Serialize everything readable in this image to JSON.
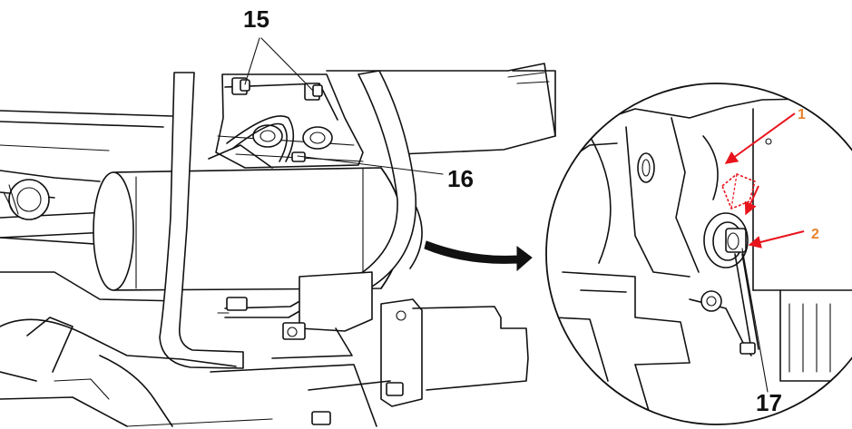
{
  "callouts": {
    "c15": "15",
    "c16": "16",
    "c17": "17",
    "c1": "1",
    "c2": "2"
  },
  "colors": {
    "line": "#111111",
    "annotation_arrow": "#e8141c",
    "annotation_text": "#e8822c"
  }
}
